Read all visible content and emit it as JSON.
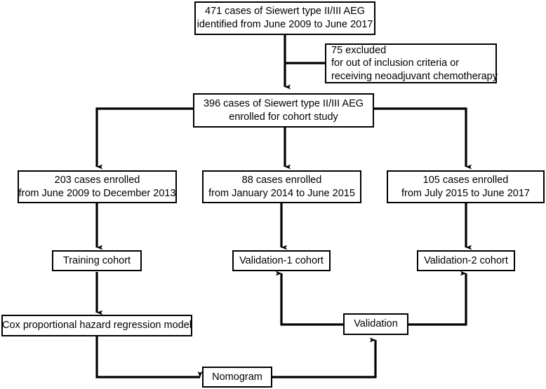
{
  "diagram": {
    "title": "Study cohort flow diagram",
    "type": "flowchart",
    "background_color": "#ffffff",
    "line_color": "#000000",
    "text_color": "#000000",
    "nodes": [
      {
        "id": "total-cases",
        "lines": [
          "471 cases of Siewert type II/III AEG",
          "identified from June 2009 to June 2017"
        ]
      },
      {
        "id": "excluded",
        "lines": [
          "75 excluded",
          "for out of inclusion criteria or",
          "receiving neoadjuvant chemotherapy"
        ]
      },
      {
        "id": "enrolled-cohort",
        "lines": [
          "396 cases of Siewert type II/III AEG",
          "enrolled for cohort study"
        ]
      },
      {
        "id": "cases-203",
        "lines": [
          "203 cases enrolled",
          "from June 2009 to December 2013"
        ]
      },
      {
        "id": "cases-88",
        "lines": [
          "88 cases enrolled",
          "from January 2014 to June 2015"
        ]
      },
      {
        "id": "cases-105",
        "lines": [
          "105 cases enrolled",
          "from July 2015 to June 2017"
        ]
      },
      {
        "id": "training-cohort",
        "lines": [
          "Training cohort"
        ]
      },
      {
        "id": "validation-1-cohort",
        "lines": [
          "Validation-1 cohort"
        ]
      },
      {
        "id": "validation-2-cohort",
        "lines": [
          "Validation-2 cohort"
        ]
      },
      {
        "id": "cox-model",
        "lines": [
          "Cox proportional hazard regression model"
        ]
      },
      {
        "id": "validation",
        "lines": [
          "Validation"
        ]
      },
      {
        "id": "nomogram",
        "lines": [
          "Nomogram"
        ]
      }
    ],
    "edges": [
      {
        "from": "total-cases",
        "to": "enrolled-cohort",
        "arrow": true
      },
      {
        "from": "total-cases",
        "to": "excluded",
        "arrow": false
      },
      {
        "from": "enrolled-cohort",
        "to": "cases-203",
        "arrow": true
      },
      {
        "from": "enrolled-cohort",
        "to": "cases-88",
        "arrow": true
      },
      {
        "from": "enrolled-cohort",
        "to": "cases-105",
        "arrow": true
      },
      {
        "from": "cases-203",
        "to": "training-cohort",
        "arrow": true
      },
      {
        "from": "cases-88",
        "to": "validation-1-cohort",
        "arrow": true
      },
      {
        "from": "cases-105",
        "to": "validation-2-cohort",
        "arrow": true
      },
      {
        "from": "training-cohort",
        "to": "cox-model",
        "arrow": true
      },
      {
        "from": "cox-model",
        "to": "nomogram",
        "arrow": true
      },
      {
        "from": "nomogram",
        "to": "validation",
        "arrow": true
      },
      {
        "from": "validation",
        "to": "validation-1-cohort",
        "arrow": true
      },
      {
        "from": "validation",
        "to": "validation-2-cohort",
        "arrow": true
      }
    ]
  }
}
